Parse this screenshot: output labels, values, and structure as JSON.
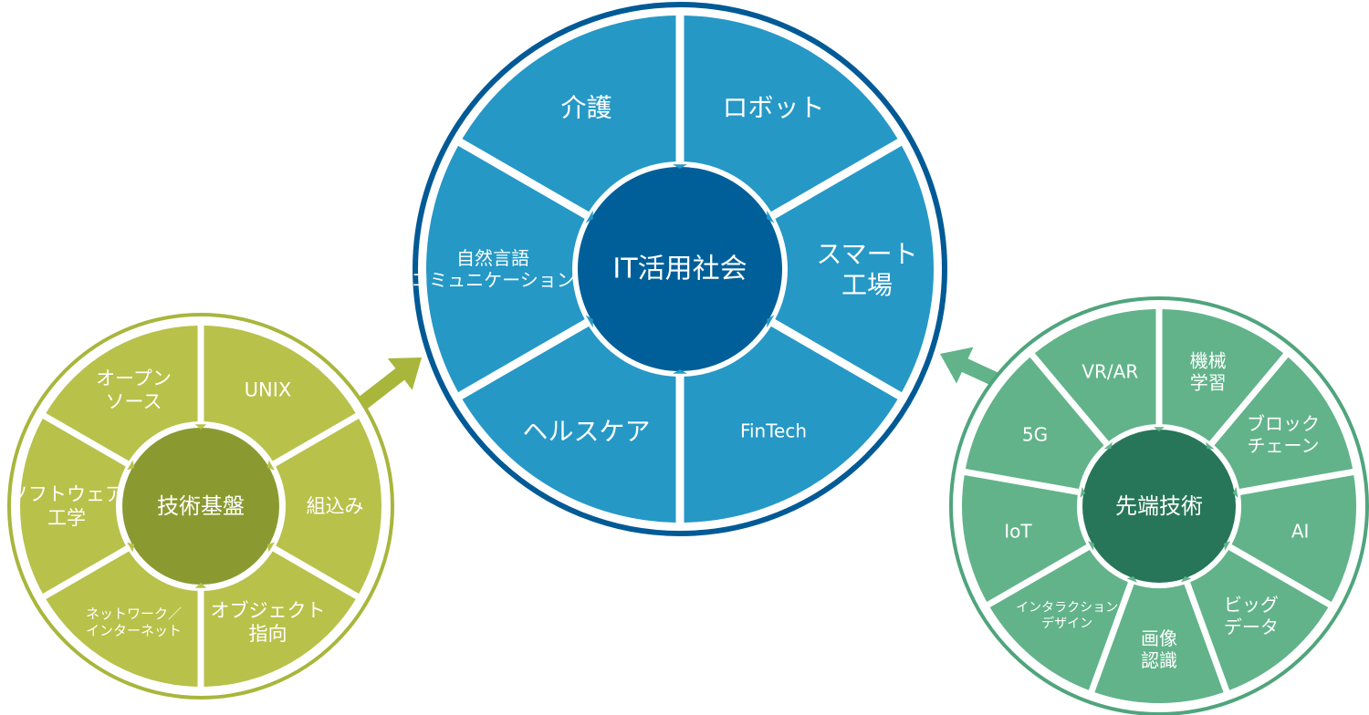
{
  "wheels": [
    {
      "id": "it-society",
      "hub_label": "IT活用社会",
      "colors": {
        "ring": "#005a96",
        "segment": "#2598c6",
        "hub": "#005f99",
        "notch": "#2598c6"
      },
      "segments": [
        {
          "lines": [
            "ロボット"
          ]
        },
        {
          "lines": [
            "スマート",
            "工場"
          ]
        },
        {
          "lines": [
            "FinTech"
          ]
        },
        {
          "lines": [
            "ヘルスケア"
          ]
        },
        {
          "lines": [
            "自然言語",
            "コミュニケーション"
          ]
        },
        {
          "lines": [
            "介護"
          ]
        }
      ]
    },
    {
      "id": "tech-foundation",
      "hub_label": "技術基盤",
      "colors": {
        "ring": "#a8b63c",
        "segment": "#b8c14a",
        "hub": "#8a9a30",
        "notch": "#b8c14a"
      },
      "segments": [
        {
          "lines": [
            "UNIX"
          ]
        },
        {
          "lines": [
            "組込み"
          ]
        },
        {
          "lines": [
            "オブジェクト",
            "指向"
          ]
        },
        {
          "lines": [
            "ネットワーク／",
            "インターネット"
          ]
        },
        {
          "lines": [
            "ソフトウェア",
            "工学"
          ]
        },
        {
          "lines": [
            "オープン",
            "ソース"
          ]
        }
      ]
    },
    {
      "id": "advanced-tech",
      "hub_label": "先端技術",
      "colors": {
        "ring": "#4fa57c",
        "segment": "#62b38a",
        "hub": "#27765a",
        "notch": "#62b38a"
      },
      "segments": [
        {
          "lines": [
            "機械",
            "学習"
          ]
        },
        {
          "lines": [
            "ブロック",
            "チェーン"
          ]
        },
        {
          "lines": [
            "AI"
          ]
        },
        {
          "lines": [
            "ビッグ",
            "データ"
          ]
        },
        {
          "lines": [
            "画像",
            "認識"
          ]
        },
        {
          "lines": [
            "インタラクション",
            "デザイン"
          ]
        },
        {
          "lines": [
            "IoT"
          ]
        },
        {
          "lines": [
            "5G"
          ]
        },
        {
          "lines": [
            "VR/AR"
          ]
        }
      ]
    }
  ],
  "arrows": [
    {
      "id": "arrow-foundation-to-society",
      "color": "#a8b63c"
    },
    {
      "id": "arrow-advanced-to-society",
      "color": "#62b38a"
    }
  ]
}
